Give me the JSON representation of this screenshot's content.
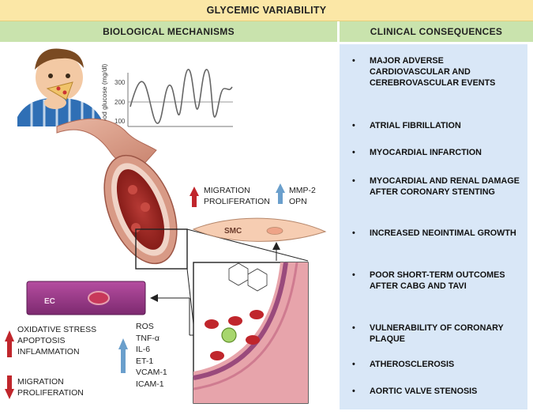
{
  "title": "GLYCEMIC VARIABILITY",
  "headers": {
    "left": "BIOLOGICAL MECHANISMS",
    "right": "CLINICAL CONSEQUENCES"
  },
  "graph": {
    "ylabel": "blood glucose (mg/dl)",
    "ticks": [
      "300",
      "200",
      "100"
    ]
  },
  "smc_label": "SMC",
  "ec_label": "EC",
  "smc_effects": {
    "up_left": [
      "MIGRATION",
      "PROLIFERATION"
    ],
    "up_right": [
      "MMP-2",
      "OPN"
    ]
  },
  "ec_effects": {
    "up_left": [
      "OXIDATIVE STRESS",
      "APOPTOSIS",
      "INFLAMMATION"
    ],
    "down_left": [
      "MIGRATION",
      "PROLIFERATION"
    ],
    "up_right": [
      "ROS",
      "TNF-α",
      "IL-6",
      "ET-1",
      "VCAM-1",
      "ICAM-1"
    ]
  },
  "consequences": [
    {
      "bullet": "•",
      "text": "MAJOR ADVERSE CARDIOVASCULAR AND CEREBROVASCULAR EVENTS"
    },
    {
      "bullet": "•",
      "text": "ATRIAL FIBRILLATION"
    },
    {
      "bullet": "•",
      "text": "MYOCARDIAL INFARCTION"
    },
    {
      "bullet": "•",
      "text": "MYOCARDIAL AND RENAL DAMAGE AFTER CORONARY STENTING"
    },
    {
      "bullet": "•",
      "text": "INCREASED NEOINTIMAL GROWTH"
    },
    {
      "bullet": "•",
      "text": "POOR SHORT-TERM OUTCOMES AFTER CABG AND TAVI"
    },
    {
      "bullet": "•",
      "text": "VULNERABILITY OF CORONARY PLAQUE"
    },
    {
      "bullet": "•",
      "text": "ATHEROSCLEROSIS"
    },
    {
      "bullet": "•",
      "text": "AORTIC VALVE STENOSIS"
    }
  ],
  "colors": {
    "banner": "#fbe7a6",
    "header": "#c9e3ad",
    "panel": "#d9e7f7",
    "up_red": "#c0262c",
    "up_blue": "#6a9fcc",
    "down_red": "#c0262c"
  }
}
